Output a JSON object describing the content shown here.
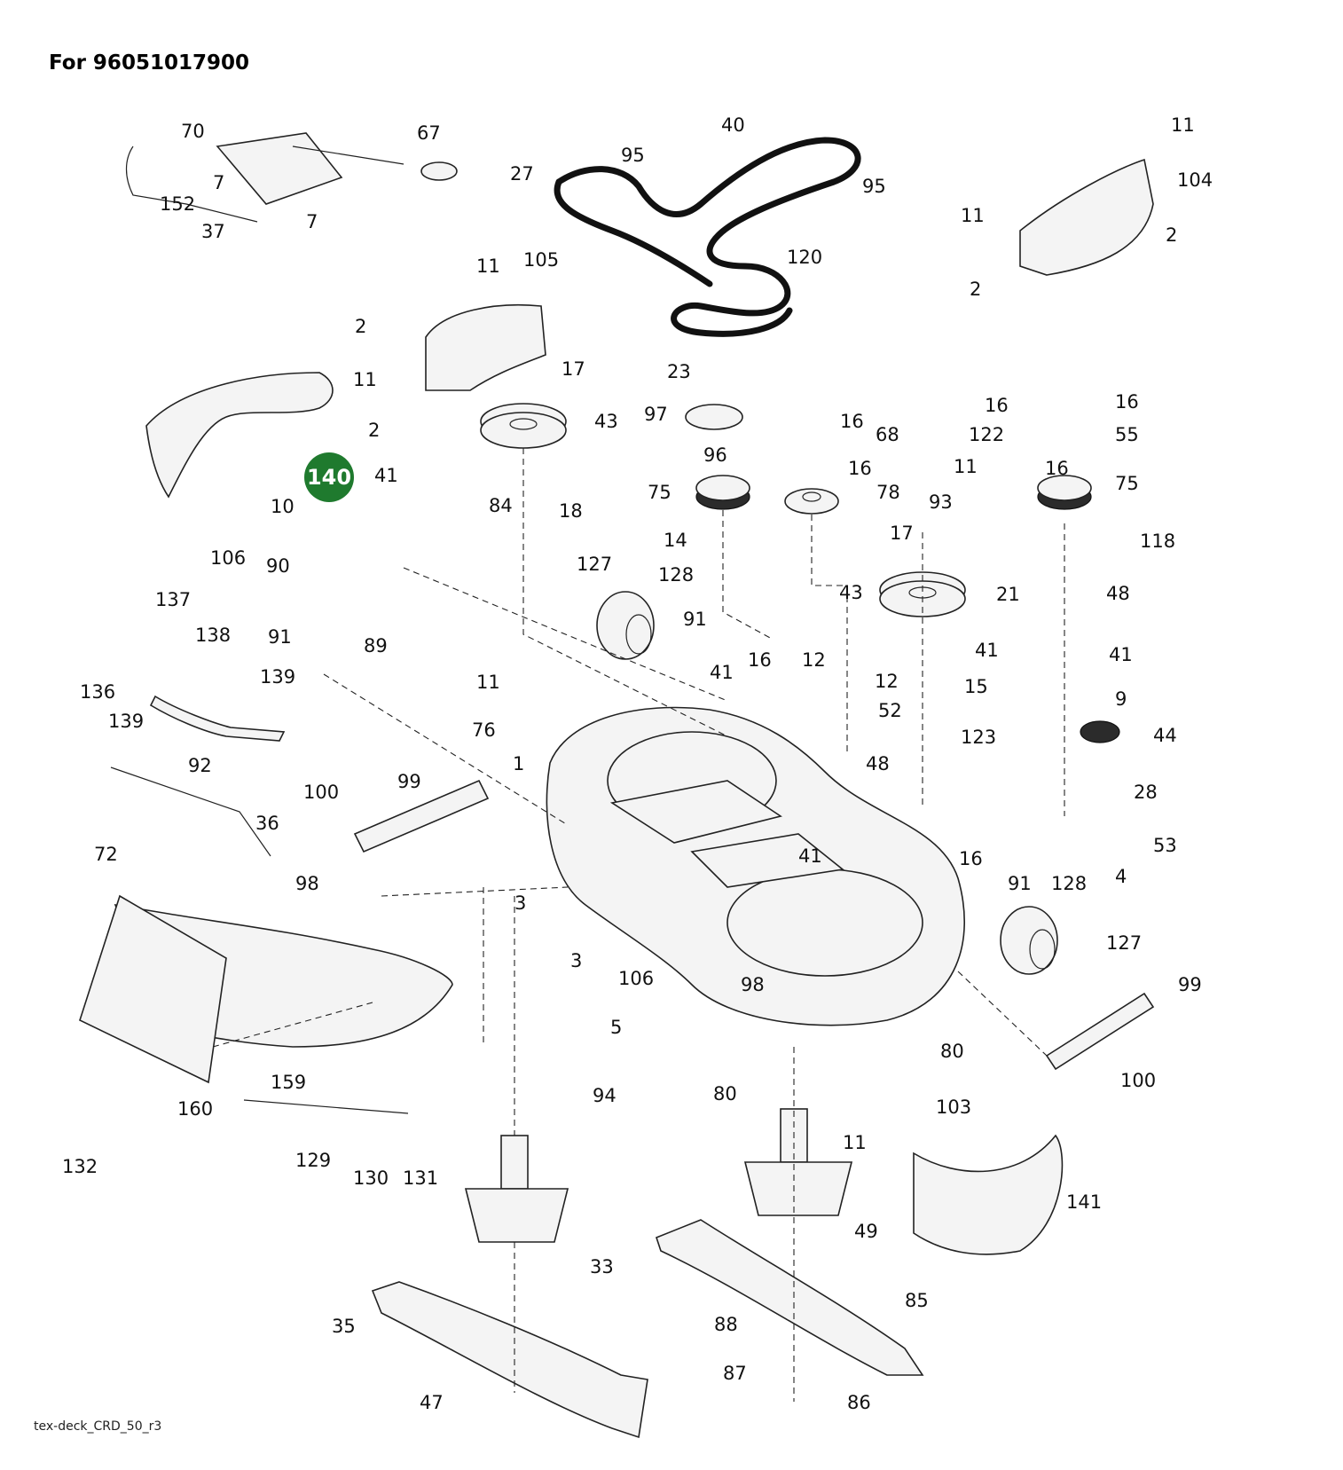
{
  "title": "For 96051017900",
  "footer": "tex-deck_CRD_50_r3",
  "highlight": {
    "label": "140",
    "color": "#1f7a2e"
  },
  "labels": [
    "1",
    "2",
    "3",
    "4",
    "5",
    "7",
    "9",
    "10",
    "11",
    "12",
    "14",
    "15",
    "16",
    "17",
    "18",
    "21",
    "23",
    "27",
    "28",
    "33",
    "35",
    "36",
    "37",
    "40",
    "41",
    "43",
    "44",
    "47",
    "48",
    "49",
    "52",
    "53",
    "55",
    "67",
    "68",
    "70",
    "72",
    "75",
    "76",
    "78",
    "80",
    "84",
    "85",
    "86",
    "87",
    "88",
    "89",
    "90",
    "91",
    "92",
    "93",
    "94",
    "95",
    "96",
    "97",
    "98",
    "99",
    "100",
    "103",
    "104",
    "105",
    "106",
    "118",
    "120",
    "122",
    "123",
    "127",
    "128",
    "129",
    "130",
    "131",
    "132",
    "136",
    "137",
    "138",
    "139",
    "141",
    "152",
    "159",
    "160"
  ]
}
